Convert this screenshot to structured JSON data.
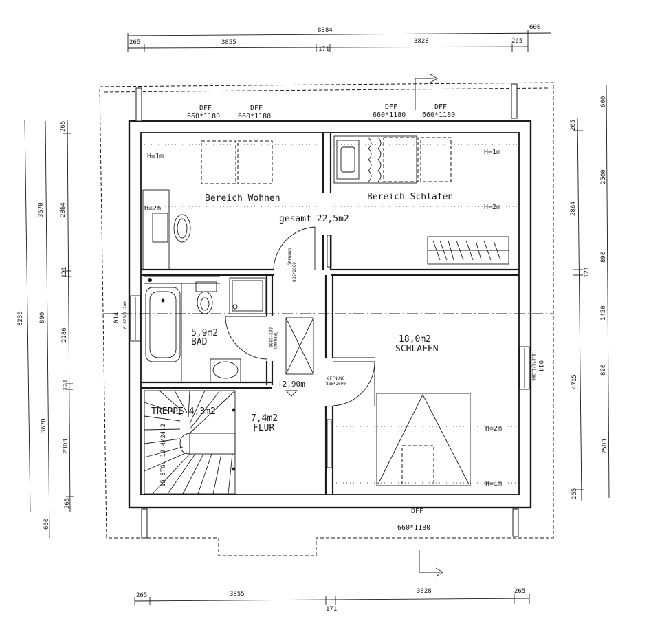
{
  "rooms": {
    "wohnen": "Bereich Wohnen",
    "schlafen_bereich": "Bereich Schlafen",
    "gesamt": "gesamt 22,5m2",
    "bad_area": "5,9m2",
    "bad_name": "BAD",
    "schlafen_area": "18,0m2",
    "schlafen_name": "SCHLAFEN",
    "flur_area": "7,4m2",
    "flur_name": "FLUR",
    "treppe": "TREPPE 4,3m2",
    "stairs_spec": "15 STG. 19,4/24,2",
    "level": "+2,90m"
  },
  "heights": {
    "h1": "H=1m",
    "h2": "H=2m"
  },
  "windows": {
    "dff": "DFF",
    "dff_size": "660*1180",
    "side": "014",
    "side_small": "0.875/1.200",
    "opening": "ÖFFNUNG",
    "opening_size": "885*2000"
  },
  "dims_top": {
    "total": "8384",
    "overhang": "600",
    "d1": "265",
    "d2": "3855",
    "d3": "171",
    "d4": "3828",
    "d5": "265"
  },
  "dims_bottom": {
    "d1": "265",
    "d2": "3855",
    "d3": "171",
    "d4": "3828",
    "d5": "265"
  },
  "dims_left": {
    "total": "8230",
    "overhang": "600",
    "a1": "3670",
    "a2": "890",
    "a3": "3670",
    "b1": "265",
    "b2": "2864",
    "b3": "121",
    "b4": "2286",
    "b5": "121",
    "b6": "2308",
    "b7": "265"
  },
  "dims_right": {
    "overhang": "600",
    "c1": "2500",
    "c2": "890",
    "c3": "1450",
    "c4": "890",
    "c5": "2500",
    "e1": "265",
    "e2": "2864",
    "e3": "121",
    "e4": "4715",
    "e5": "265"
  }
}
